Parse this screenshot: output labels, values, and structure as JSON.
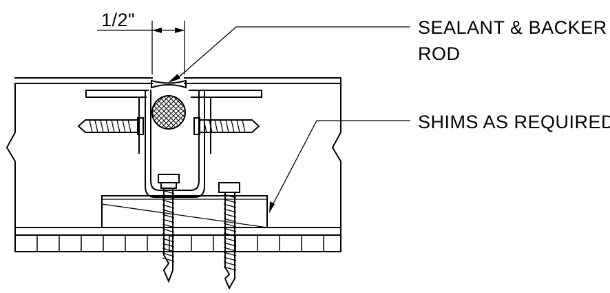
{
  "dimension": {
    "text": "1/2\""
  },
  "callouts": {
    "sealant_line1": "SEALANT & BACKER",
    "sealant_line2": "ROD",
    "shims": "SHIMS AS REQUIRED"
  }
}
